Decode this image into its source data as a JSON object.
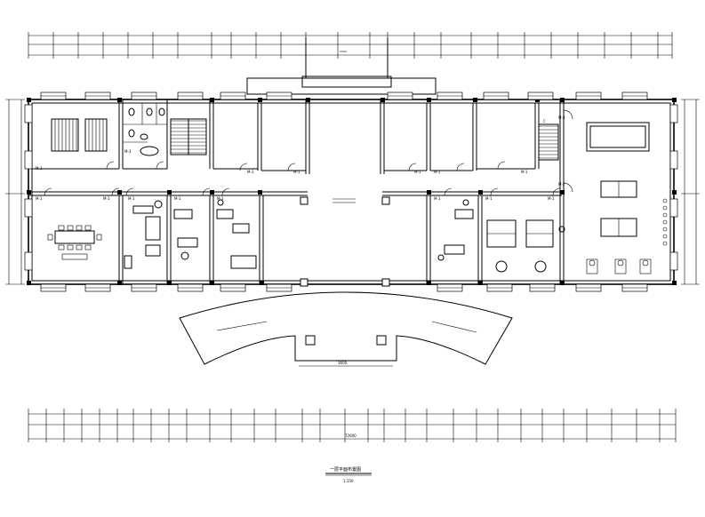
{
  "drawing": {
    "title": "一层平面布置图",
    "scale": "1:150"
  },
  "doors": {
    "m1": "M-1",
    "m2": "M-2",
    "m3": "M-3"
  },
  "stair_label": "上",
  "entrance_width": "3600",
  "overall_width": "72600",
  "colors": {
    "line": "#000000",
    "background": "#ffffff"
  }
}
